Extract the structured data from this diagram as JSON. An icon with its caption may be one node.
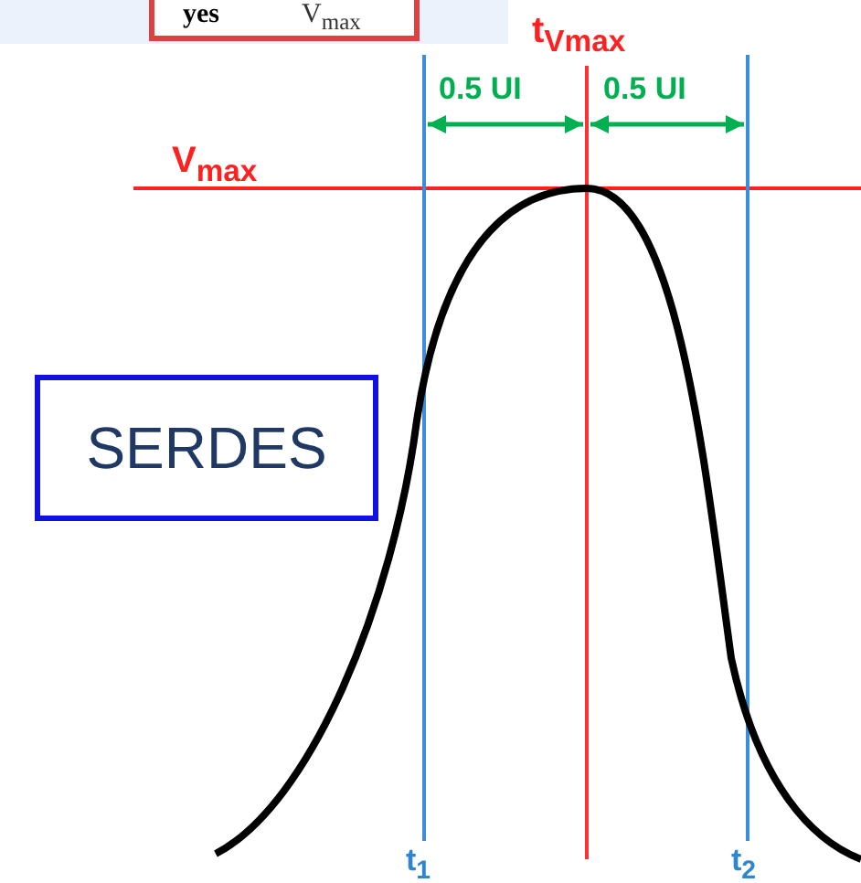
{
  "diagram": {
    "nodes": [
      {
        "text": [
          "SERDES"
        ]
      }
    ],
    "edges": [],
    "labels": [
      "yes",
      "V$_{max}$",
      "t$_{Vmax}$",
      "0.5 UI",
      "0.5 UI",
      "V$_{max}$",
      "t$_{1}$",
      "t$_{2}$"
    ]
  }
}
